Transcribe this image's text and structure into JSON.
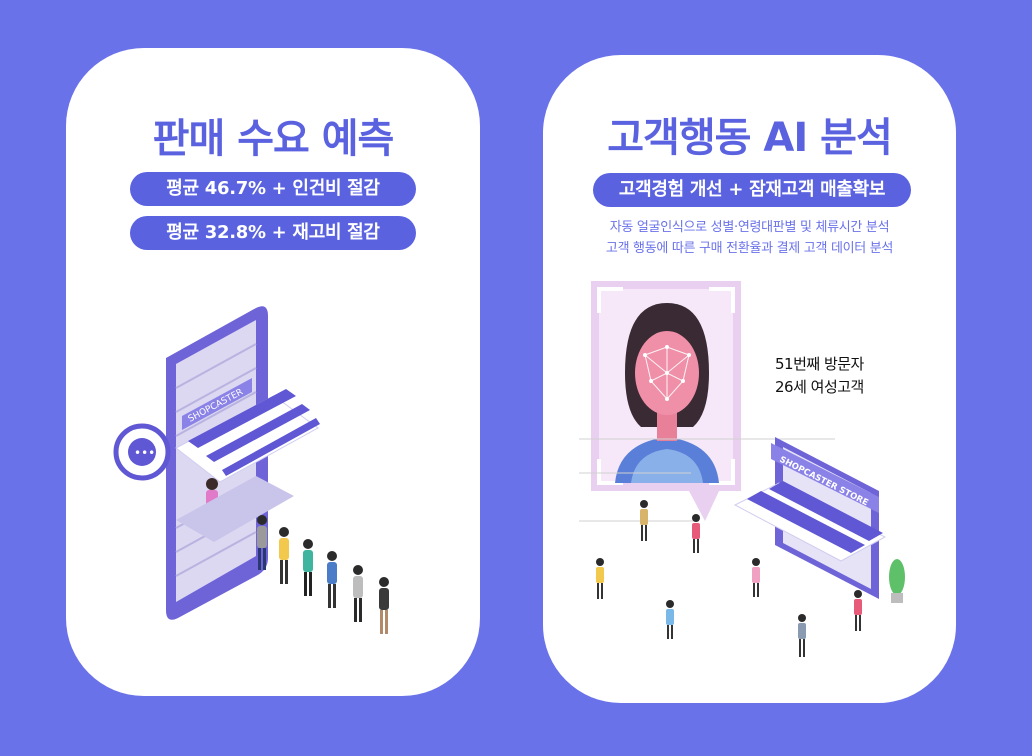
{
  "left_card": {
    "title": "판매 수요 예측",
    "badges": [
      "평균 46.7% + 인건비 절감",
      "평균 32.8% + 재고비 절감"
    ],
    "store_sign": "SHOPCASTER",
    "icon": "shop-queue-illustration"
  },
  "right_card": {
    "title": "고객행동 AI 분석",
    "badge": "고객경험 개선 + 잠재고객 매출확보",
    "description": [
      "자동 얼굴인식으로 성별·연령대판별 및 체류시간 분석",
      "고객 행동에 따른 구매 전환율과 결제 고객 데이터 분석"
    ],
    "visitor_lines": [
      "51번째 방문자",
      "26세 여성고객"
    ],
    "store_sign": "SHOPCASTER STORE",
    "icon": "face-recognition-illustration"
  },
  "colors": {
    "background": "#6a72ea",
    "accent": "#5a62e0",
    "card": "#ffffff"
  }
}
